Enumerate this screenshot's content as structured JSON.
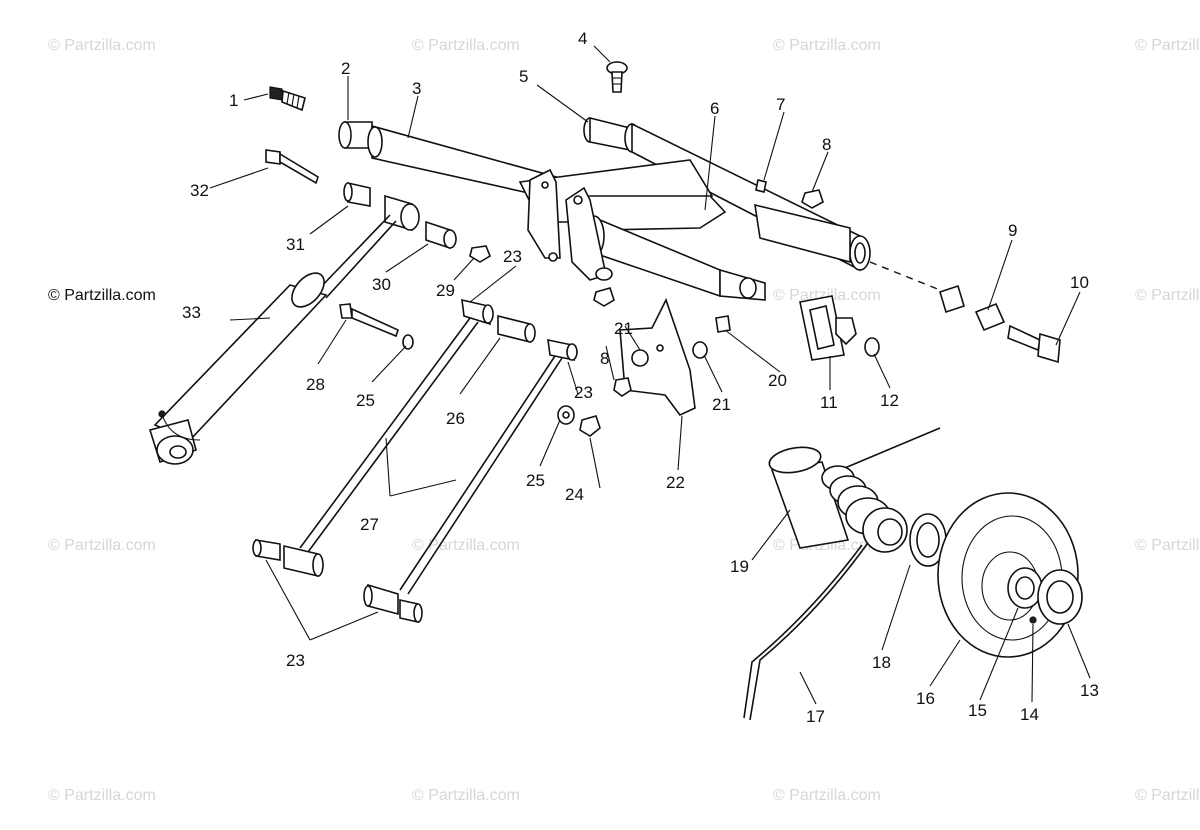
{
  "watermarks": [
    "© Partzilla.com",
    "© Partzilla.com",
    "© Partzilla.com",
    "© Partzilla.com",
    "© Partzilla.com",
    "© Partzilla.com",
    "© Partzilla.com",
    "© Partzilla.com",
    "© Partzilla.com",
    "© Partzilla.com",
    "© Partzilla.com",
    "© Partzilla.com",
    "© Partzilla.com",
    "© Partzilla.com",
    "© Partzilla.com"
  ],
  "callouts": [
    "1",
    "2",
    "3",
    "4",
    "5",
    "6",
    "7",
    "8",
    "9",
    "10",
    "11",
    "12",
    "13",
    "14",
    "15",
    "16",
    "17",
    "18",
    "19",
    "20",
    "21",
    "21",
    "22",
    "23",
    "23",
    "23",
    "24",
    "25",
    "25",
    "26",
    "27",
    "28",
    "29",
    "30",
    "31",
    "32",
    "33",
    "8"
  ]
}
